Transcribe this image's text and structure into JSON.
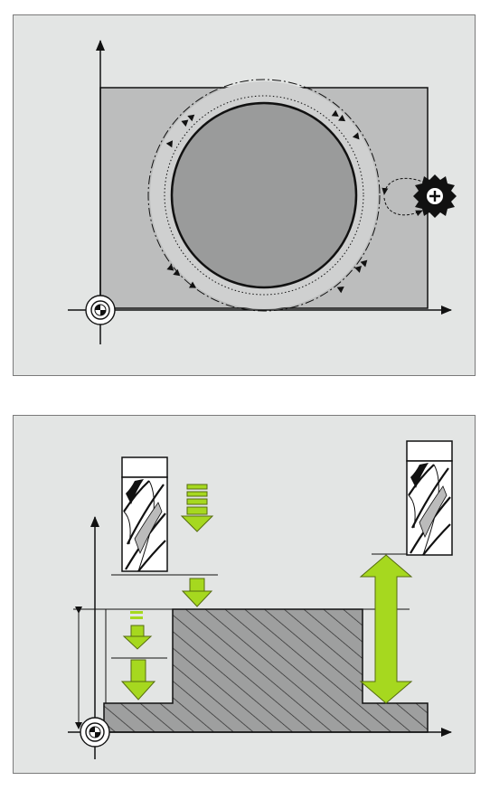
{
  "diagrams": [
    {
      "id": "circular-pocket-toolpath",
      "elements": [
        "workpiece",
        "circular-island",
        "tool-path",
        "milling-cutter",
        "origin-datum",
        "x-axis",
        "y-axis"
      ]
    },
    {
      "id": "plunge-depth-infeed",
      "elements": [
        "end-mill-left",
        "end-mill-right",
        "infeed-arrows",
        "retract-arrow",
        "hatched-workpiece",
        "origin-datum",
        "dimension-lines"
      ]
    }
  ],
  "colors": {
    "panel_bg": "#e3e5e4",
    "workpiece_fill": "#bcbdbd",
    "island_fill": "#9a9b9b",
    "arrow_green": "#a6d81f",
    "line": "#111111"
  },
  "icons": [
    "milling-cutter-icon",
    "end-mill-icon",
    "datum-icon"
  ]
}
